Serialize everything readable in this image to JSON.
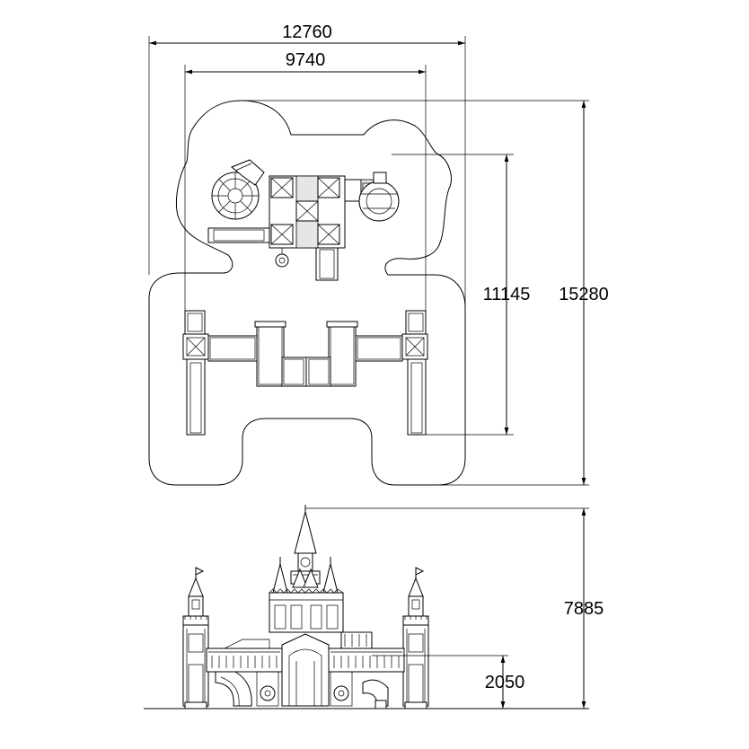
{
  "dimensions": {
    "overall_width": "12760",
    "equipment_width": "9740",
    "equipment_depth": "11145",
    "overall_depth": "15280",
    "overall_height": "7885",
    "platform_height": "2050"
  }
}
